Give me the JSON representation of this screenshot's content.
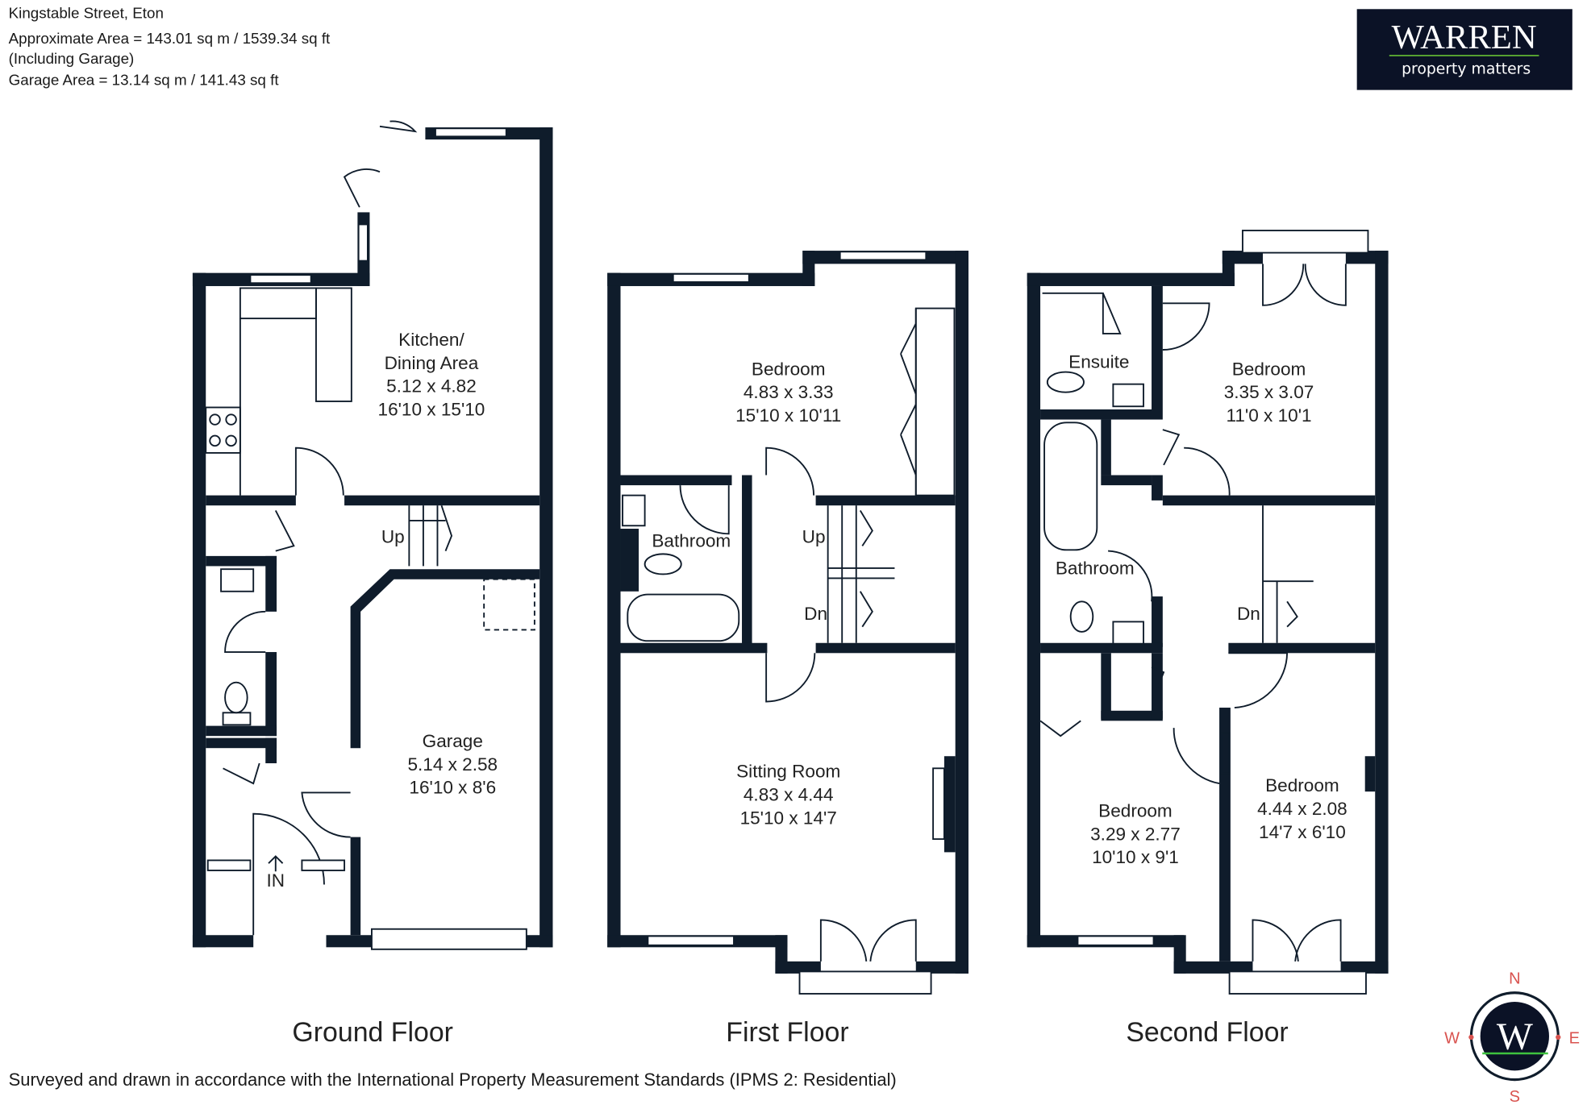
{
  "header": {
    "address": "Kingstable Street, Eton",
    "area": "Approximate Area = 143.01 sq m / 1539.34 sq ft",
    "area_note": "(Including Garage)",
    "garage_area": "Garage Area = 13.14 sq m / 141.43 sq ft"
  },
  "logo": {
    "name": "WARREN",
    "tagline": "property matters",
    "bg": "#0b1226",
    "accent": "#5aa832"
  },
  "floors": [
    {
      "label": "Ground Floor",
      "rooms": [
        {
          "name": "Kitchen/",
          "name2": "Dining Area",
          "metric": "5.12 x 4.82",
          "imperial": "16'10 x 15'10"
        },
        {
          "name": "Garage",
          "metric": "5.14 x 2.58",
          "imperial": "16'10 x 8'6"
        }
      ],
      "labels": {
        "up": "Up",
        "in": "IN"
      }
    },
    {
      "label": "First Floor",
      "rooms": [
        {
          "name": "Bedroom",
          "metric": "4.83 x 3.33",
          "imperial": "15'10 x 10'11"
        },
        {
          "name": "Bathroom"
        },
        {
          "name": "Sitting Room",
          "metric": "4.83 x 4.44",
          "imperial": "15'10 x 14'7"
        }
      ],
      "labels": {
        "up": "Up",
        "dn": "Dn"
      }
    },
    {
      "label": "Second Floor",
      "rooms": [
        {
          "name": "Ensuite"
        },
        {
          "name": "Bedroom",
          "metric": "3.35 x 3.07",
          "imperial": "11'0 x 10'1"
        },
        {
          "name": "Bathroom"
        },
        {
          "name": "Bedroom",
          "metric": "3.29 x 2.77",
          "imperial": "10'10 x 9'1"
        },
        {
          "name": "Bedroom",
          "metric": "4.44 x 2.08",
          "imperial": "14'7 x 6'10"
        }
      ],
      "labels": {
        "dn": "Dn"
      }
    }
  ],
  "compass": {
    "n": "N",
    "e": "E",
    "s": "S",
    "w": "W",
    "center": "W",
    "text_color": "#d9534f"
  },
  "footer": "Surveyed and drawn in accordance with the International Property Measurement Standards (IPMS 2: Residential)"
}
